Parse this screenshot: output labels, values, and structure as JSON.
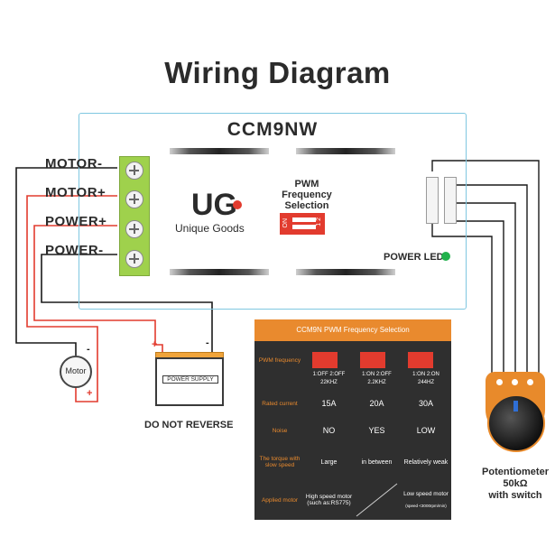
{
  "title": "Wiring Diagram",
  "board": {
    "model": "CCM9NW",
    "terminals": [
      "MOTOR-",
      "MOTOR+",
      "POWER+",
      "POWER-"
    ],
    "logo_letters": "UG",
    "logo_text": "Unique Goods",
    "pwm_title_lines": [
      "PWM",
      "Frequency",
      "Selection"
    ],
    "dip_on": "ON",
    "dip_nums": "1 2",
    "power_led": "POWER LED"
  },
  "colors": {
    "accent": "#e98a2e",
    "terminal": "#9fd14c",
    "wire_red": "#e23b2e",
    "wire_black": "#1a1a1a",
    "board_border": "#7fc7e0",
    "led": "#22b14c",
    "table_bg": "#2f2f2f"
  },
  "table": {
    "title": "CCM9N PWM Frequency Selection",
    "rows": [
      {
        "label": "PWM frequency",
        "cells": [
          "1:OFF  2:OFF",
          "1:ON  2:OFF",
          "1:ON  2:ON"
        ],
        "subs": [
          "22KHZ",
          "2.2KHZ",
          "244HZ"
        ]
      },
      {
        "label": "Rated current",
        "cells": [
          "15A",
          "20A",
          "30A"
        ]
      },
      {
        "label": "Noise",
        "cells": [
          "NO",
          "YES",
          "LOW"
        ]
      },
      {
        "label": "The torque with slow speed",
        "cells": [
          "Large",
          "in between",
          "Relatively weak"
        ]
      },
      {
        "label": "Applied motor",
        "cells": [
          "High speed motor (such as:RS775)",
          "",
          "Low speed motor"
        ],
        "subs": [
          "",
          "",
          "(speed <3000rpm/min)"
        ]
      }
    ]
  },
  "battery": {
    "label": "POWER SUPPLY",
    "plus": "+",
    "minus": "-",
    "warning": "DO NOT REVERSE"
  },
  "motor": {
    "label": "Motor",
    "plus": "+",
    "minus": "-"
  },
  "potentiometer": {
    "lines": [
      "Potentiometer",
      "50kΩ",
      "with switch"
    ]
  }
}
